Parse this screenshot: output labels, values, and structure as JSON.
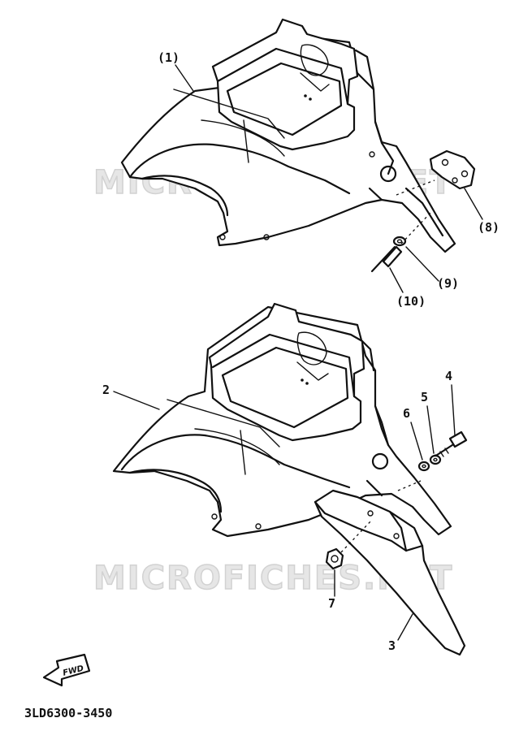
{
  "watermarks": [
    "MICROFICHES.NET",
    "MICROFICHES.NET"
  ],
  "callouts": {
    "c1": "(1)",
    "c2": "2",
    "c3": "3",
    "c4": "4",
    "c5": "5",
    "c6": "6",
    "c7": "7",
    "c8": "(8)",
    "c9": "(9)",
    "c10": "(10)"
  },
  "direction_badge": "FWD",
  "drawing_code": "3LD6300-3450"
}
